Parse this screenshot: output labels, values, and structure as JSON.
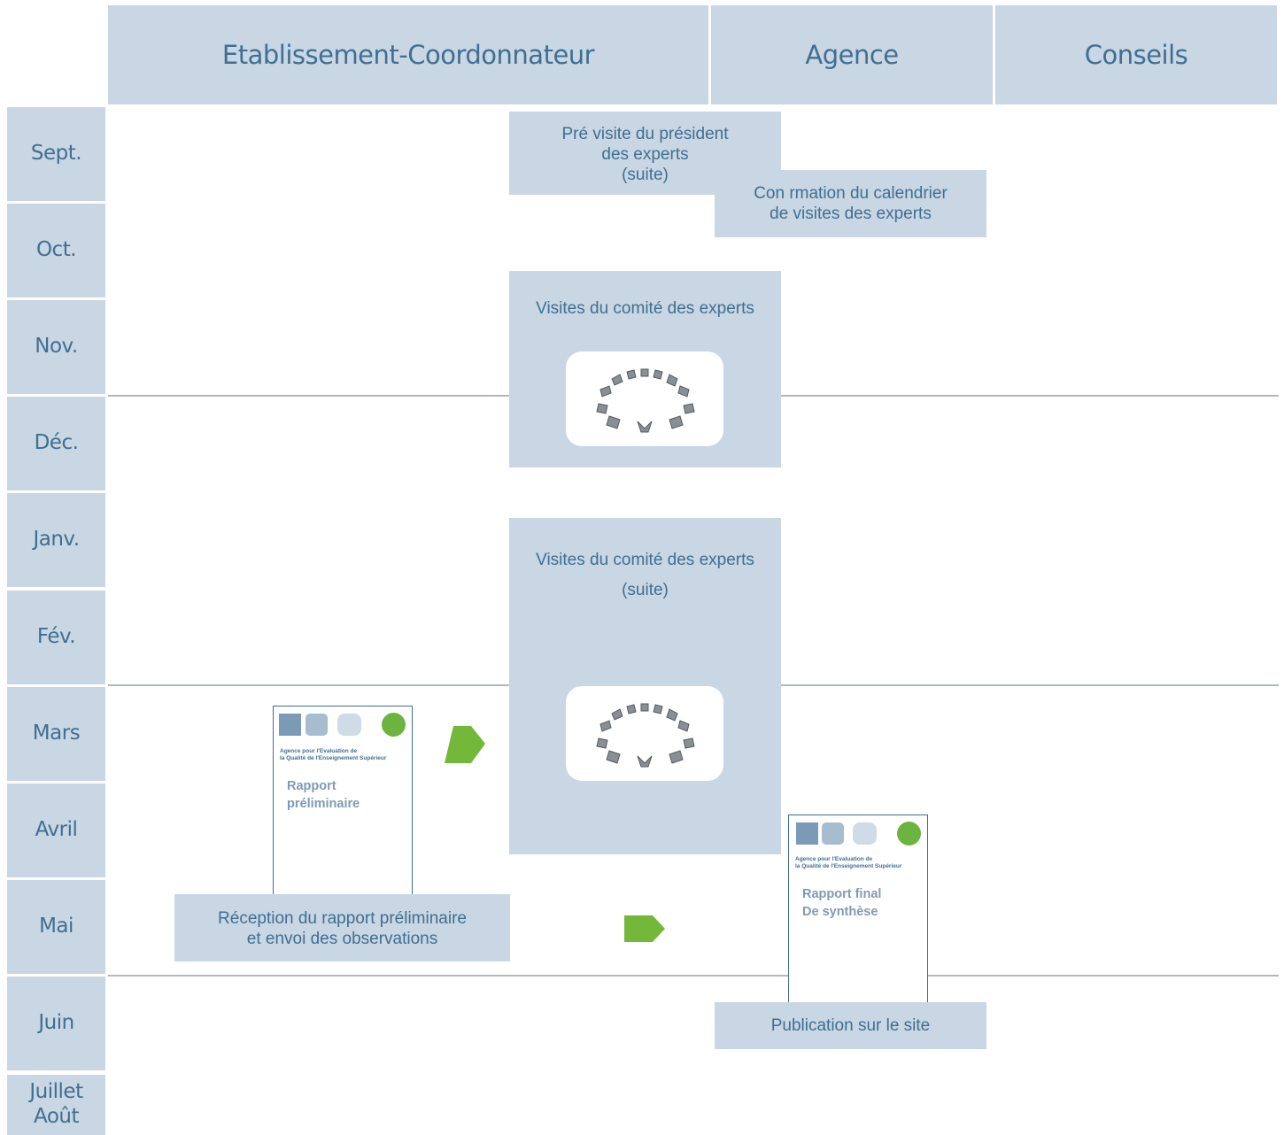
{
  "columns": [
    "Etablissement-Coordonnateur",
    "Agence",
    "Conseils"
  ],
  "months": [
    "Sept.",
    "Oct.",
    "Nov.",
    "Déc.",
    "Janv.",
    "Fév.",
    "Mars",
    "Avril",
    "Mai",
    "Juin",
    "Juillet",
    "Août"
  ],
  "boxes": {
    "previsite": [
      "Pré visite du président",
      "des experts",
      "(suite)"
    ],
    "confirmation": [
      "Con  rmation du calendrier",
      "de visites des experts"
    ],
    "visites1": [
      "Visites du comité des experts"
    ],
    "visites2": [
      "Visites du comité des experts",
      "(suite)"
    ],
    "reception": [
      "Réception du rapport préliminaire",
      "et envoi des observations"
    ],
    "publication": [
      "Publication sur le site"
    ]
  },
  "docs": {
    "org": [
      "Agence pour l'Evaluation de",
      "la Qualité de l'Enseignement Supérieur"
    ],
    "preliminaire": [
      "Rapport",
      "préliminaire"
    ],
    "final": [
      "Rapport final",
      "De synthèse"
    ]
  },
  "colors": {
    "panel": "#c9d6e3",
    "text": "#3f6f92",
    "green_arrow": "#74b83a",
    "doc_green": "#6db33f"
  },
  "icons": [
    "meeting-chairs-icon",
    "right-arrow-icon"
  ]
}
